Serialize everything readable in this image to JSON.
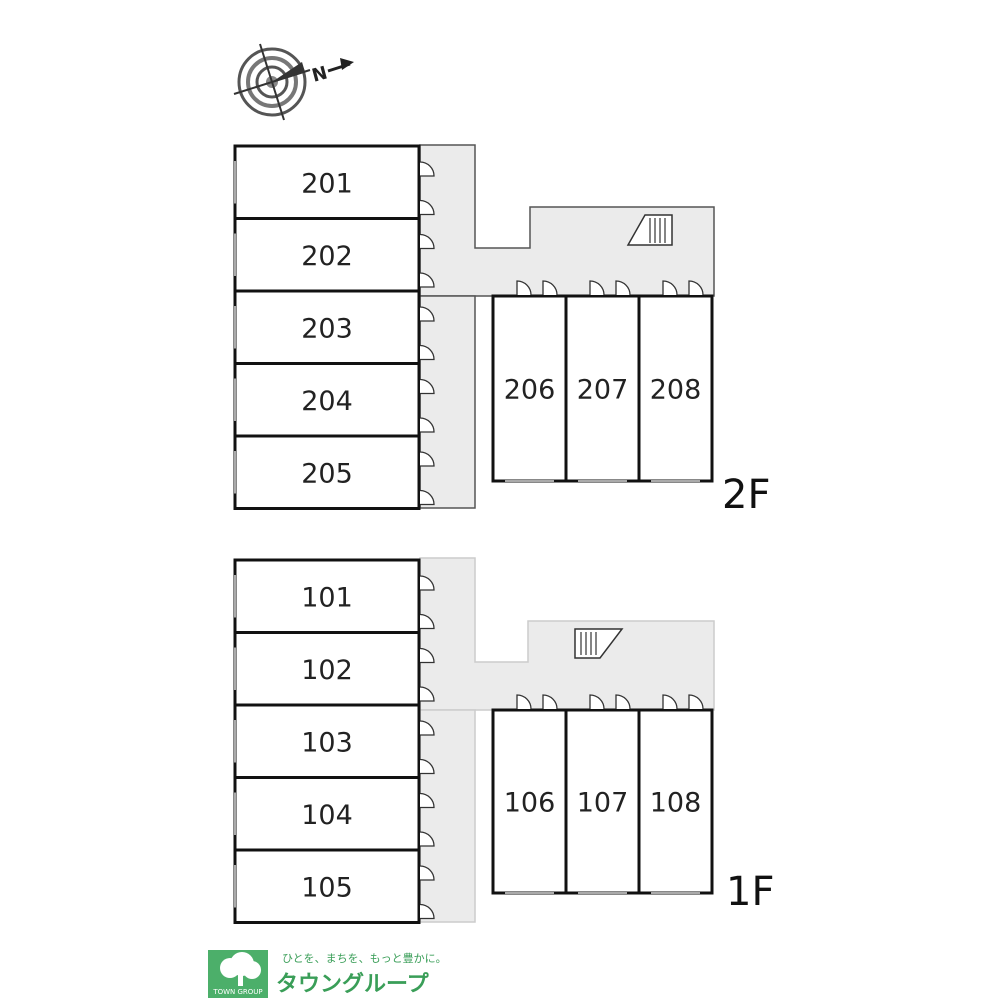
{
  "compass": {
    "label": "N"
  },
  "floors": [
    {
      "id": "2f",
      "label": "2F",
      "left_units": [
        "201",
        "202",
        "203",
        "204",
        "205"
      ],
      "right_units": [
        "206",
        "207",
        "208"
      ]
    },
    {
      "id": "1f",
      "label": "1F",
      "left_units": [
        "101",
        "102",
        "103",
        "104",
        "105"
      ],
      "right_units": [
        "106",
        "107",
        "108"
      ]
    }
  ],
  "branding": {
    "logo_text": "TOWN GROUP",
    "slogan": "ひとを、まちを、もっと豊かに。",
    "name": "タウングループ"
  },
  "colors": {
    "corridor": "#ebebeb",
    "wall": "#111111",
    "brand": "#3a9e58"
  }
}
